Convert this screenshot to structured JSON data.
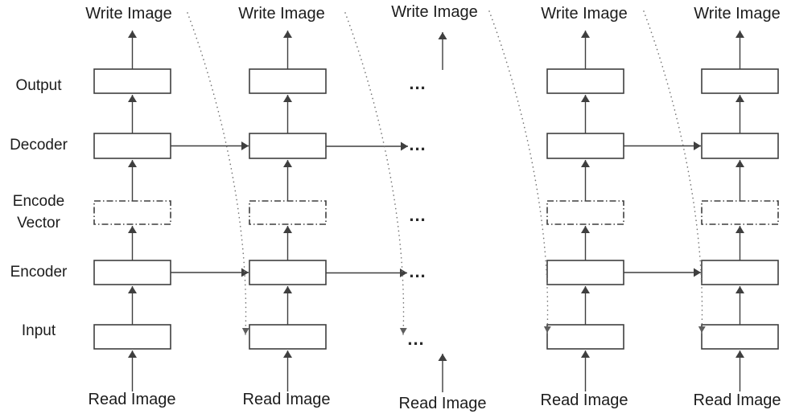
{
  "diagram": {
    "type": "recurrent-encoder-decoder-flow",
    "row_labels": [
      "Output",
      "Decoder",
      "Encode Vector",
      "Encoder",
      "Input"
    ],
    "labels": {
      "write_image": "Write Image",
      "read_image": "Read Image",
      "ellipsis": "..."
    },
    "columns": [
      "t1",
      "t2",
      "t-ellipsis",
      "t4",
      "t5"
    ],
    "colors": {
      "background": "#ffffff",
      "line_color": "#3f3f3f",
      "curve_color": "#757575",
      "text_color": "#1c1c1c",
      "box_fill": "#ffffff"
    }
  }
}
